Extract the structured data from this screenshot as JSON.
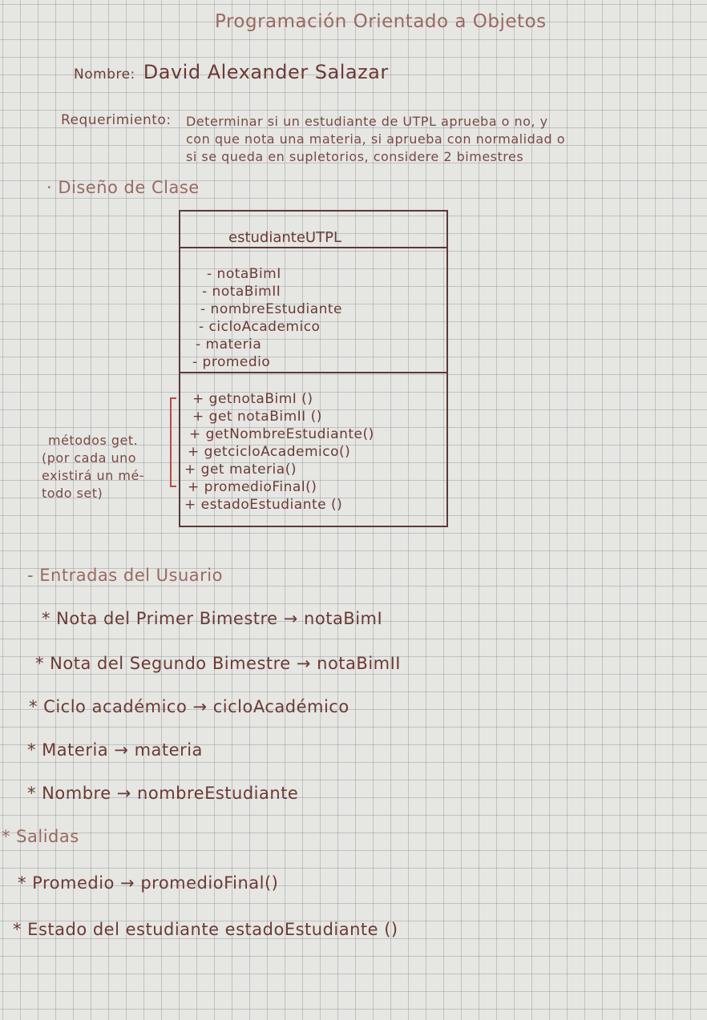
{
  "title": "Programación Orientado a Objetos",
  "name_label": "Nombre:",
  "name_value": "David Alexander Salazar",
  "requirement_label": "Requerimiento:",
  "requirement_lines": [
    "Determinar si un estudiante de UTPL aprueba o no, y",
    "con que nota una materia, si aprueba con normalidad o",
    "si se queda en supletorios, considere 2 bimestres"
  ],
  "class_design_heading": "· Diseño de Clase",
  "uml": {
    "class_name": "estudianteUTPL",
    "attributes": [
      "- notaBimI",
      "- notaBimII",
      "- nombreEstudiante",
      "- cicloAcademico",
      "- materia",
      "- promedio"
    ],
    "methods": [
      "+ getnotaBimI ()",
      "+ get notaBimII ()",
      "+ getNombreEstudiante()",
      "+ getcicloAcademico()",
      "+ get materia()",
      "+ promedioFinal()",
      "+ estadoEstudiante ()"
    ]
  },
  "side_note": [
    "métodos get.",
    "(por cada uno",
    "existirá un mé-",
    "todo set)"
  ],
  "inputs_heading": "- Entradas del Usuario",
  "inputs": [
    "* Nota del Primer Bimestre → notaBimI",
    "* Nota del Segundo Bimestre → notaBimII",
    "* Ciclo académico → cicloAcadémico",
    "* Materia → materia",
    "* Nombre → nombreEstudiante"
  ],
  "outputs_heading": "* Salidas",
  "outputs": [
    "* Promedio → promedioFinal()",
    "* Estado del estudiante estadoEstudiante ()"
  ]
}
